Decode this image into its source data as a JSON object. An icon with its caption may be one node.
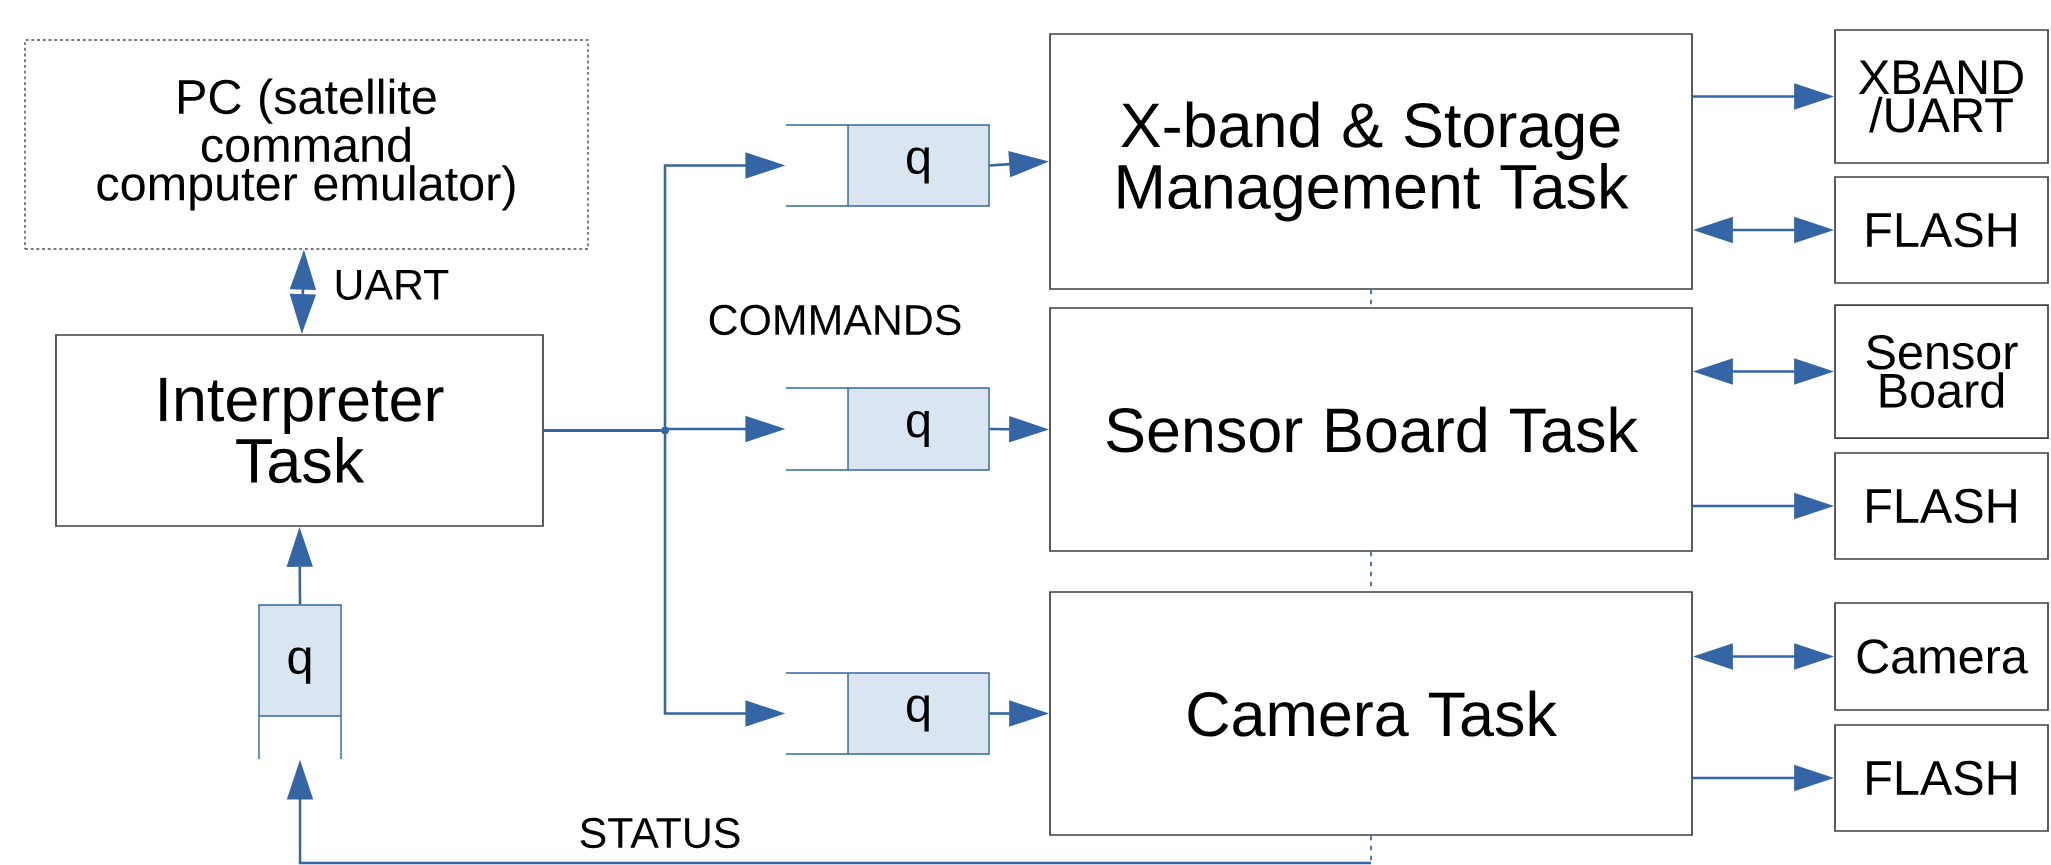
{
  "diagram": {
    "nodes": [
      {
        "text": [
          "PC (satellite command computer emulator)"
        ]
      },
      {
        "text": [
          "Interpreter Task"
        ]
      },
      {
        "text": [
          "q"
        ]
      },
      {
        "text": [
          "q"
        ]
      },
      {
        "text": [
          "q"
        ]
      },
      {
        "text": [
          "q"
        ]
      },
      {
        "text": [
          "X-band & Storage Management Task"
        ]
      },
      {
        "text": [
          "Sensor Board Task"
        ]
      },
      {
        "text": [
          "Camera Task"
        ]
      },
      {
        "text": [
          "XBAND /UART"
        ]
      },
      {
        "text": [
          "FLASH"
        ]
      },
      {
        "text": [
          "Sensor Board"
        ]
      },
      {
        "text": [
          "FLASH"
        ]
      },
      {
        "text": [
          "Camera"
        ]
      },
      {
        "text": [
          "FLASH"
        ]
      }
    ],
    "edges": [
      {
        "from": 0,
        "to": 1,
        "arrow": "both",
        "label": "UART"
      },
      {
        "from": 1,
        "to": 3,
        "arrow": "to"
      },
      {
        "from": 1,
        "to": 4,
        "arrow": "to"
      },
      {
        "from": 1,
        "to": 5,
        "arrow": "to"
      },
      {
        "from": 3,
        "to": 6,
        "arrow": "to"
      },
      {
        "from": 4,
        "to": 7,
        "arrow": "to"
      },
      {
        "from": 5,
        "to": 8,
        "arrow": "to"
      },
      {
        "from": 6,
        "to": 7,
        "arrow": "none",
        "style": "dashed"
      },
      {
        "from": 7,
        "to": 8,
        "arrow": "none",
        "style": "dashed"
      },
      {
        "from": 8,
        "to": 2,
        "arrow": "to",
        "label": "STATUS"
      },
      {
        "from": 2,
        "to": 1,
        "arrow": "to"
      },
      {
        "from": 6,
        "to": 9,
        "arrow": "to"
      },
      {
        "from": 6,
        "to": 10,
        "arrow": "both"
      },
      {
        "from": 7,
        "to": 11,
        "arrow": "both"
      },
      {
        "from": 7,
        "to": 12,
        "arrow": "to"
      },
      {
        "from": 8,
        "to": 13,
        "arrow": "both"
      },
      {
        "from": 8,
        "to": 14,
        "arrow": "to"
      }
    ],
    "labels": [
      "COMMANDS"
    ]
  }
}
